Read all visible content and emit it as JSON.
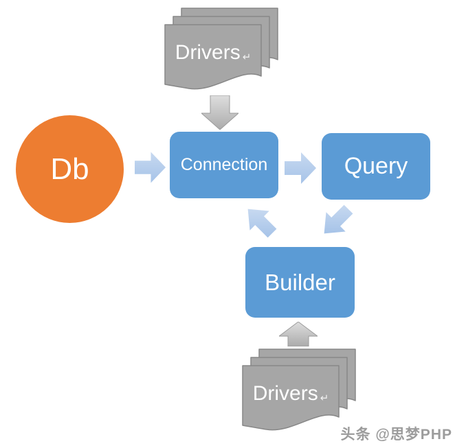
{
  "diagram": {
    "nodes": {
      "db": {
        "label": "Db",
        "shape": "circle",
        "color": "#ED7D31"
      },
      "connection": {
        "label": "Connection",
        "shape": "rounded-rect",
        "color": "#5B9BD5"
      },
      "query": {
        "label": "Query",
        "shape": "rounded-rect",
        "color": "#5B9BD5"
      },
      "builder": {
        "label": "Builder",
        "shape": "rounded-rect",
        "color": "#5B9BD5"
      },
      "drivers_top": {
        "label": "Drivers",
        "return_mark": "↵",
        "shape": "document-stack",
        "color": "#A6A6A6"
      },
      "drivers_bottom": {
        "label": "Drivers",
        "return_mark": "↵",
        "shape": "document-stack",
        "color": "#A6A6A6"
      }
    },
    "edges": [
      {
        "from": "drivers_top",
        "to": "connection",
        "arrow": "gray-down"
      },
      {
        "from": "db",
        "to": "connection",
        "arrow": "blue-right"
      },
      {
        "from": "connection",
        "to": "query",
        "arrow": "blue-right"
      },
      {
        "from": "query",
        "to": "builder",
        "arrow": "blue-diagonal-down-left"
      },
      {
        "from": "builder",
        "to": "connection",
        "arrow": "blue-diagonal-up-left"
      },
      {
        "from": "drivers_bottom",
        "to": "builder",
        "arrow": "gray-up"
      }
    ],
    "colors": {
      "node_blue": "#5B9BD5",
      "node_orange": "#ED7D31",
      "doc_gray": "#A6A6A6",
      "doc_border": "#878787",
      "arrow_blue_light": "#C7D9F0",
      "arrow_blue_dark": "#A6C3E8",
      "arrow_gray_light": "#DEDEDE",
      "arrow_gray_dark": "#ABABAB",
      "label_text": "#FFFFFF"
    },
    "watermark": {
      "text": "头条 @思梦PHP",
      "color": "#9C9C9C"
    }
  }
}
